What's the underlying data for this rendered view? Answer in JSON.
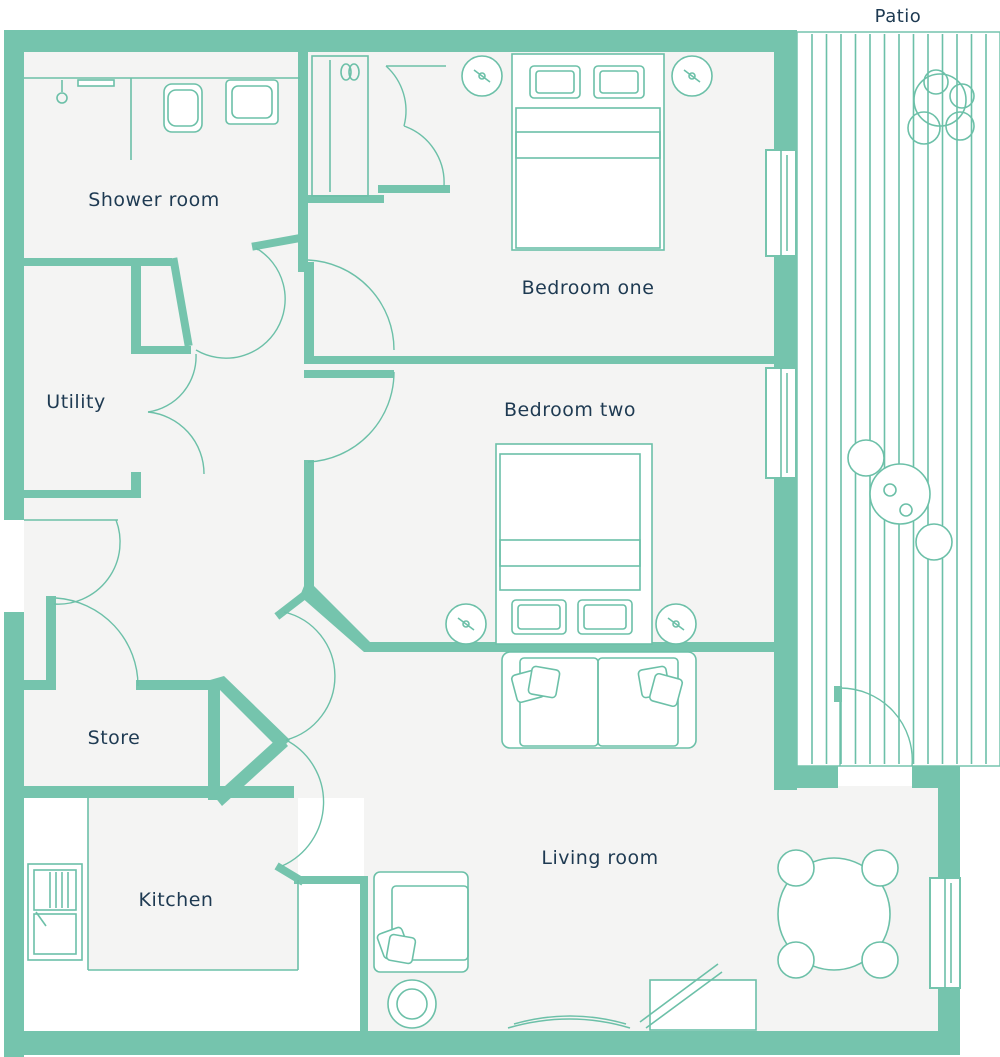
{
  "rooms": {
    "shower_room": "Shower room",
    "utility": "Utility",
    "store": "Store",
    "kitchen": "Kitchen",
    "bedroom_one": "Bedroom one",
    "bedroom_two": "Bedroom two",
    "living_room": "Living room",
    "patio": "Patio"
  },
  "colors": {
    "wall": "#75c4ad",
    "floor": "#f4f4f3",
    "label": "#1e3a52"
  }
}
